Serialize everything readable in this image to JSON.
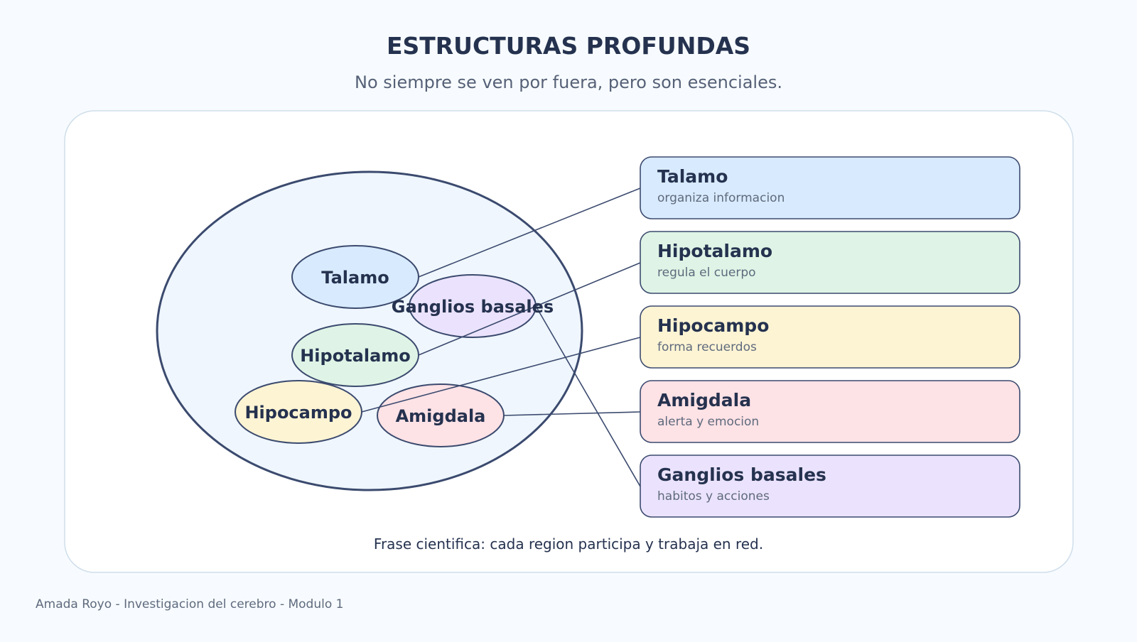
{
  "header": {
    "title": "ESTRUCTURAS PROFUNDAS",
    "subtitle": "No siempre se ven por fuera, pero son esenciales."
  },
  "diagram": {
    "regions": [
      {
        "id": "talamo",
        "label": "Talamo",
        "fill": "#d8eafd"
      },
      {
        "id": "ganglios",
        "label": "Ganglios basales",
        "fill": "#ebe3fd"
      },
      {
        "id": "hipotalamo",
        "label": "Hipotalamo",
        "fill": "#dff4e6"
      },
      {
        "id": "hipocampo",
        "label": "Hipocampo",
        "fill": "#fdf4d4"
      },
      {
        "id": "amigdala",
        "label": "Amigdala",
        "fill": "#fde2e6"
      }
    ],
    "cards": [
      {
        "id": "talamo",
        "title": "Talamo",
        "desc": "organiza informacion",
        "fill": "#d8eafd"
      },
      {
        "id": "hipotalamo",
        "title": "Hipotalamo",
        "desc": "regula el cuerpo",
        "fill": "#dff4e6"
      },
      {
        "id": "hipocampo",
        "title": "Hipocampo",
        "desc": "forma recuerdos",
        "fill": "#fdf4d4"
      },
      {
        "id": "amigdala",
        "title": "Amigdala",
        "desc": "alerta y emocion",
        "fill": "#fde2e6"
      },
      {
        "id": "ganglios",
        "title": "Ganglios basales",
        "desc": "habitos y acciones",
        "fill": "#ebe3fd"
      }
    ],
    "caption": "Frase cientifica: cada region participa y trabaja en red."
  },
  "footer": {
    "credit": "Amada Royo - Investigacion del cerebro - Modulo 1"
  },
  "colors": {
    "background": "#f7fbff",
    "panel": "#ffffff",
    "panel_border": "#cfdeea",
    "brain_fill": "#eff6fe",
    "stroke": "#3b4a6e",
    "title": "#25324f",
    "subtitle": "#566177",
    "muted": "#5f6a7d"
  }
}
